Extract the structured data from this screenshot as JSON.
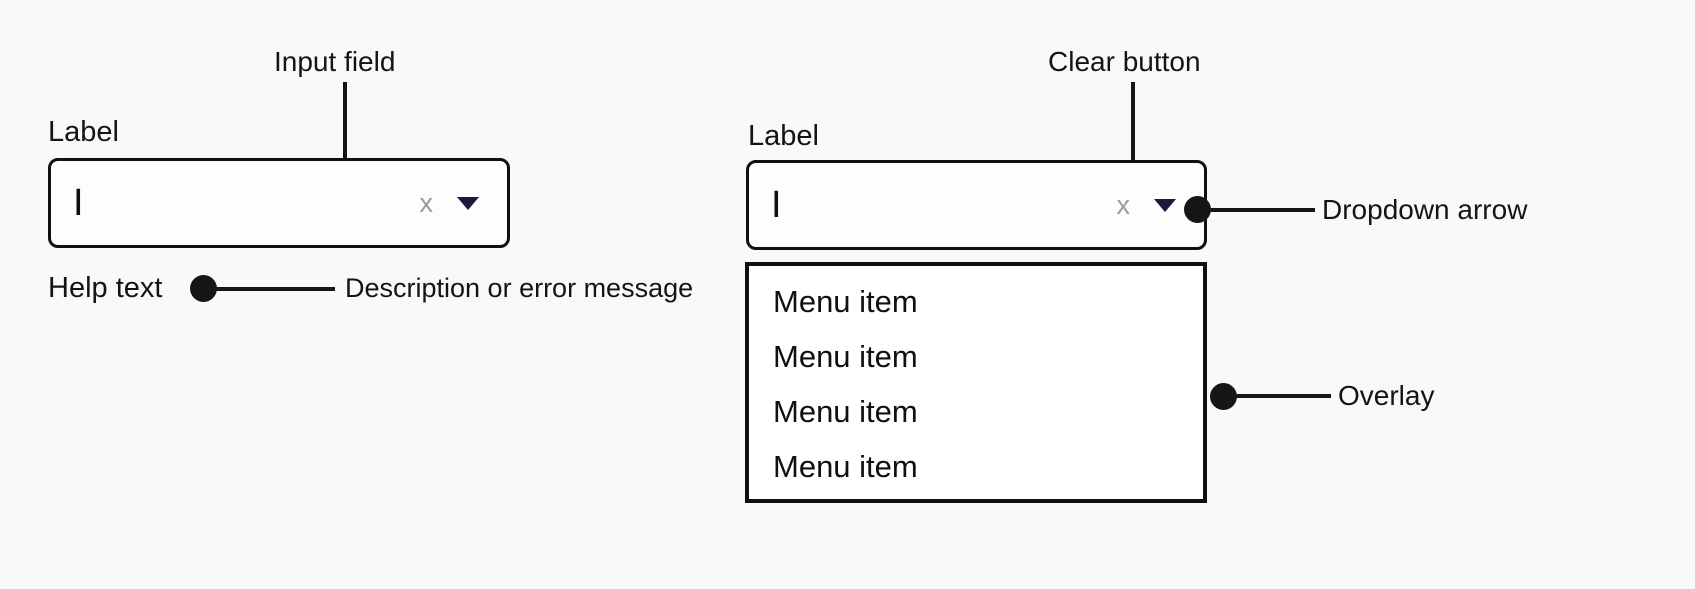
{
  "left_combobox": {
    "label": "Label",
    "input": {
      "caret": "I",
      "clear_label": "x"
    },
    "annotations": {
      "input_field": "Input field",
      "help_text": "Help text",
      "help_description": "Description or error message"
    }
  },
  "right_combobox": {
    "label": "Label",
    "input": {
      "caret": "I",
      "clear_label": "x"
    },
    "annotations": {
      "clear_button": "Clear button",
      "dropdown_arrow": "Dropdown arrow",
      "overlay": "Overlay"
    },
    "menu_items": [
      "Menu item",
      "Menu item",
      "Menu item",
      "Menu item"
    ]
  },
  "colors": {
    "background": "#f7f9fb",
    "component_border": "#101010",
    "annotation": "#161616",
    "clear_x": "#9a9a9a",
    "dropdown_arrow": "#1a1a3c",
    "overlay_background": "#ffffff"
  }
}
